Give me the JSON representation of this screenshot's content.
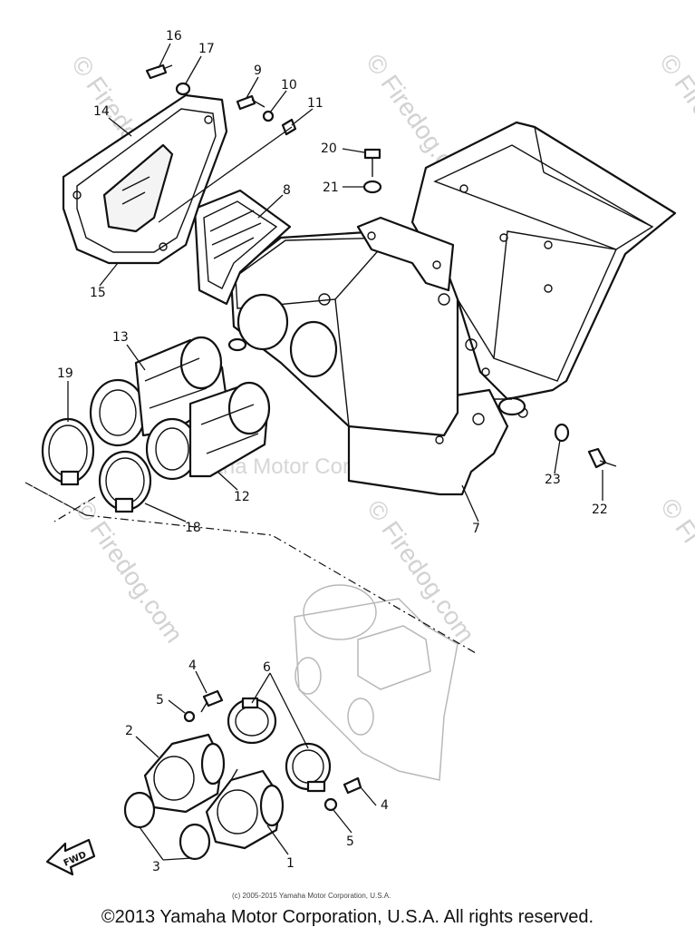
{
  "diagram": {
    "watermarks": {
      "repeat": "© Firedog.com",
      "center": "Yamaha Motor Corp. U.S.A.",
      "edge": "© Fi"
    },
    "forward_arrow": "FWD",
    "small_copyright": "(c) 2005-2015 Yamaha Motor Corporation, U.S.A.",
    "footer_copyright": "©2013 Yamaha Motor Corporation, U.S.A. All rights reserved.",
    "callouts": {
      "c1": "1",
      "c2": "2",
      "c3": "3",
      "c4a": "4",
      "c4b": "4",
      "c5a": "5",
      "c5b": "5",
      "c6": "6",
      "c7": "7",
      "c8": "8",
      "c9": "9",
      "c10": "10",
      "c11": "11",
      "c12": "12",
      "c13": "13",
      "c14": "14",
      "c15": "15",
      "c16": "16",
      "c17": "17",
      "c18": "18",
      "c19": "19",
      "c20": "20",
      "c21": "21",
      "c22": "22",
      "c23": "23"
    }
  }
}
